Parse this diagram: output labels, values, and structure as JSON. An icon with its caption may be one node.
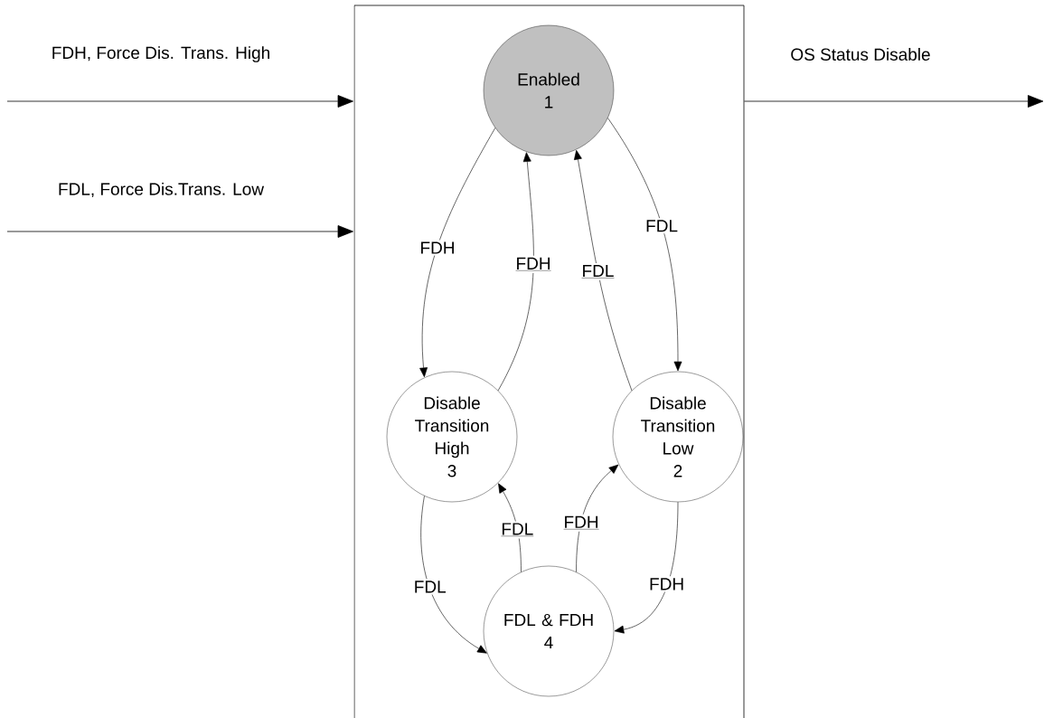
{
  "diagram": {
    "nodes": [
      {
        "text": [],
        "shape": "box"
      },
      {
        "text": [
          "Enabled",
          "1"
        ],
        "in": 0
      },
      {
        "text": [
          "Disable Transition High",
          "3"
        ],
        "in": 0
      },
      {
        "text": [
          "Disable Transition Low",
          "2"
        ],
        "in": 0
      },
      {
        "text": [
          "FDL & FDH",
          "4"
        ],
        "in": 0
      }
    ],
    "edges": [
      {
        "from": 1,
        "to": 2,
        "arrow": "to",
        "label": "FDH"
      },
      {
        "from": 2,
        "to": 1,
        "arrow": "to",
        "label": "FDH"
      },
      {
        "from": 3,
        "to": 1,
        "arrow": "to",
        "label": "FDL"
      },
      {
        "from": 1,
        "to": 3,
        "arrow": "to",
        "label": "FDL"
      },
      {
        "from": 2,
        "to": 4,
        "arrow": "to",
        "label": "FDL"
      },
      {
        "from": 4,
        "to": 2,
        "arrow": "to",
        "label": "FDL"
      },
      {
        "from": 4,
        "to": 3,
        "arrow": "to",
        "label": "FDH"
      },
      {
        "from": 3,
        "to": 4,
        "arrow": "to",
        "label": "FDH"
      },
      {
        "from": null,
        "to": 0,
        "arrow": "to",
        "label": "FDH, Force Dis. Trans. High"
      },
      {
        "from": null,
        "to": 0,
        "arrow": "to",
        "label": "FDL, Force Dis.Trans. Low"
      },
      {
        "from": 0,
        "to": null,
        "arrow": "to",
        "label": "OS Status Disable"
      }
    ]
  }
}
